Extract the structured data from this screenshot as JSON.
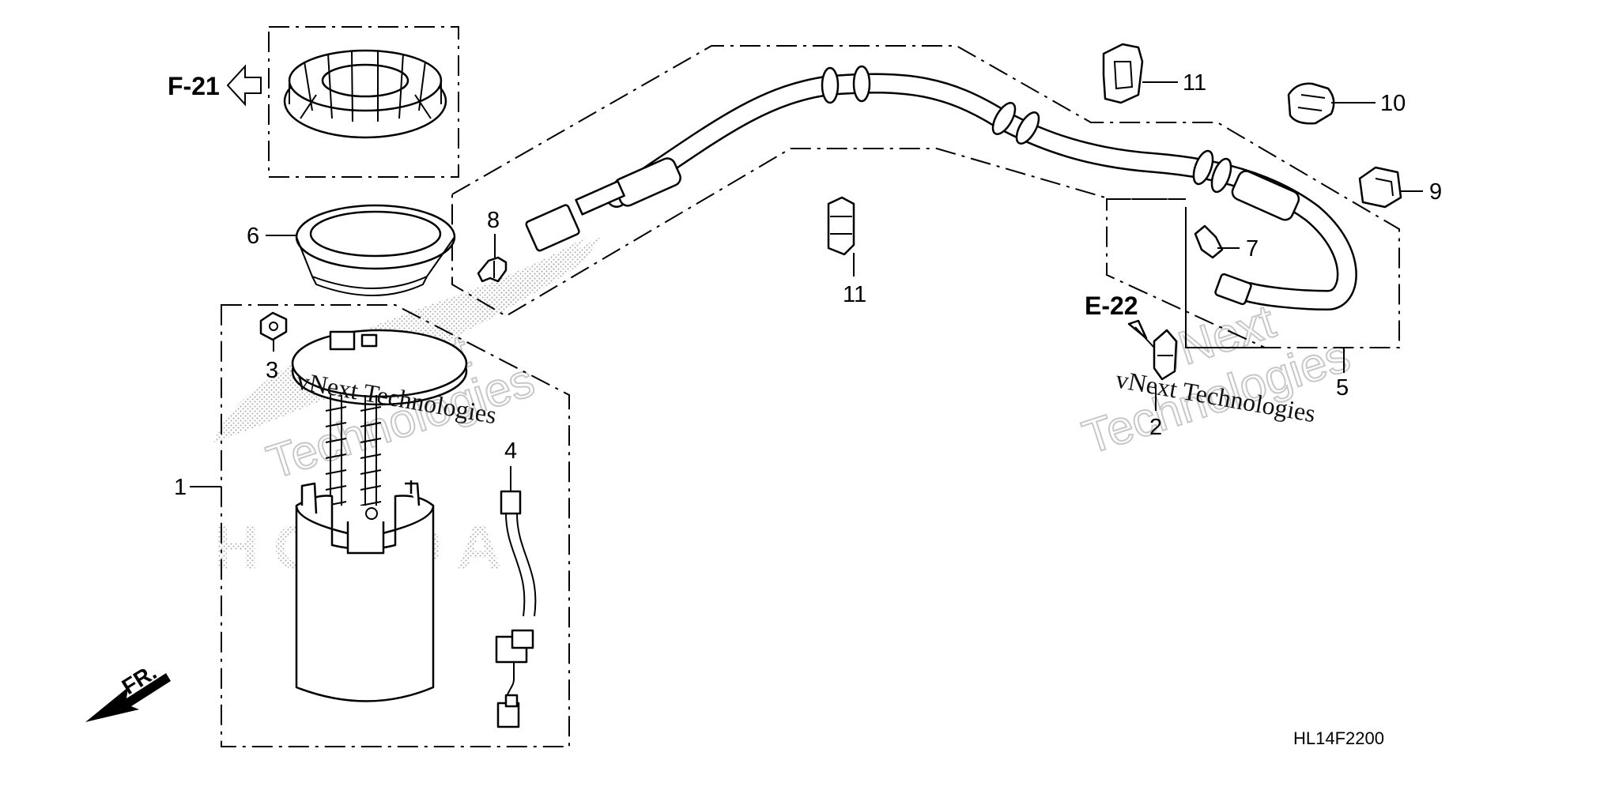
{
  "diagram": {
    "callouts": {
      "p1": "1",
      "p2": "2",
      "p3": "3",
      "p4": "4",
      "p5": "5",
      "p6": "6",
      "p7": "7",
      "p8": "8",
      "p9": "9",
      "p10": "10",
      "p11a": "11",
      "p11b": "11"
    },
    "refs": {
      "f21": "F-21",
      "e22": "E-22",
      "front": "FR."
    },
    "code": "HL14F2200",
    "watermarks": {
      "serif_a": "vNext Technologies",
      "serif_b": "vNext Technologies",
      "outline_a1": "vNext",
      "outline_a2": "Technologies",
      "outline_b1": "vNext",
      "outline_b2": "Technologies",
      "background_logo": "HONDA"
    }
  }
}
